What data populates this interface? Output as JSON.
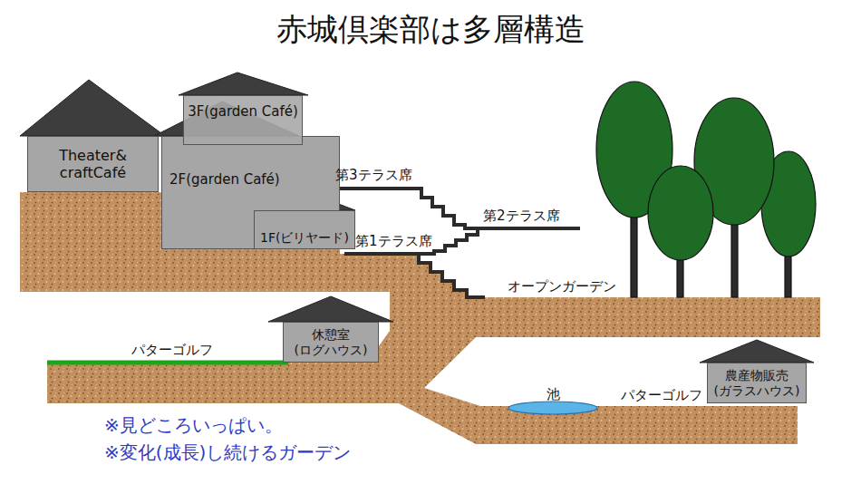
{
  "diagram": {
    "title": "赤城倶楽部は多層構造",
    "nodes": [
      {
        "text": [
          "Theater& craftCafé"
        ]
      },
      {
        "text": [
          "3F(garden Café)"
        ]
      },
      {
        "text": [
          "2F(garden Café)"
        ]
      },
      {
        "text": [
          "1F(ビリヤード)"
        ]
      },
      {
        "text": [
          "休憩室 (ログハウス)"
        ]
      },
      {
        "text": [
          "池"
        ]
      },
      {
        "text": [
          "農産物販売 (ガラスハウス)"
        ]
      }
    ],
    "labels": [
      "第3テラス席",
      "第2テラス席",
      "第1テラス席",
      "オープンガーデン",
      "パターゴルフ",
      "パターゴルフ",
      "※見どころいっぱい。",
      "※変化(成長)し続けるガーデン"
    ]
  }
}
